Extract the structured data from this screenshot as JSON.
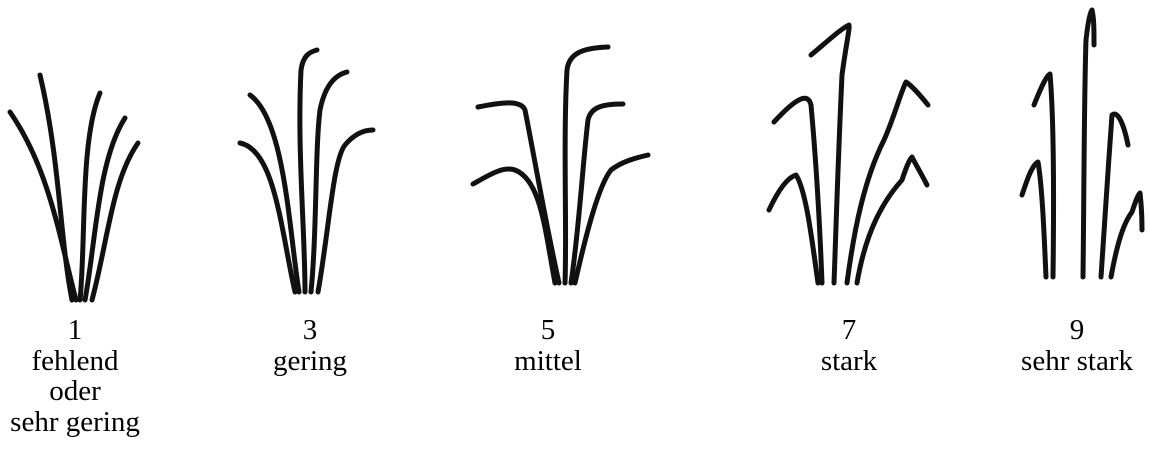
{
  "scale_items": [
    {
      "value": "1",
      "lines": [
        "fehlend",
        "oder",
        "sehr gering"
      ]
    },
    {
      "value": "3",
      "lines": [
        "gering"
      ]
    },
    {
      "value": "5",
      "lines": [
        "mittel"
      ]
    },
    {
      "value": "7",
      "lines": [
        "stark"
      ]
    },
    {
      "value": "9",
      "lines": [
        "sehr stark"
      ]
    }
  ]
}
